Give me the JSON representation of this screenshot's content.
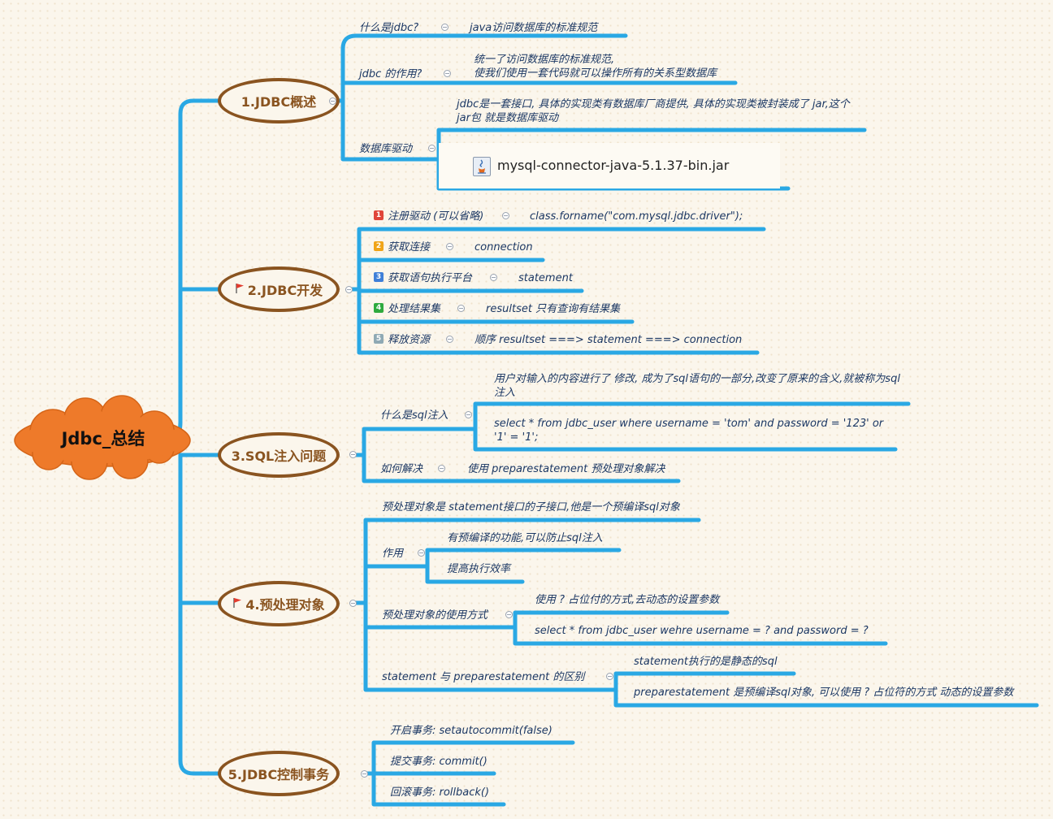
{
  "root": {
    "label": "Jdbc_总结"
  },
  "colors": {
    "line": "#2aa8e4",
    "main_border": "#8a5420",
    "root_fill": "#ee7a2a",
    "text": "#1c3864"
  },
  "sections": {
    "s1": {
      "title": "1.JDBC概述",
      "what_label": "什么是jdbc?",
      "what_value": "java访问数据库的标准规范",
      "role_label": "jdbc 的作用?",
      "role_value_1": "统一了访问数据库的标准规范,",
      "role_value_2": "使我们使用一套代码就可以操作所有的关系型数据库",
      "driver_label": "数据库驱动",
      "driver_desc": "jdbc是一套接口, 具体的实现类有数据库厂商提供, 具体的实现类被封装成了 jar,这个jar包 就是数据库驱动",
      "jar_name": "mysql-connector-java-5.1.37-bin.jar",
      "jar_icon": "java-jar-icon"
    },
    "s2": {
      "title": "2.JDBC开发",
      "flag_icon": "red-flag-icon",
      "steps": [
        {
          "num": "1",
          "color": "#e0453a",
          "label": "注册驱动 (可以省略)",
          "value": "class.forname(\"com.mysql.jdbc.driver\");"
        },
        {
          "num": "2",
          "color": "#f0a418",
          "label": "获取连接",
          "value": "connection"
        },
        {
          "num": "3",
          "color": "#3f7fd8",
          "label": "获取语句执行平台",
          "value": "statement"
        },
        {
          "num": "4",
          "color": "#2eaa3e",
          "label": "处理结果集",
          "value": "resultset 只有查询有结果集"
        },
        {
          "num": "5",
          "color": "#8fa9b4",
          "label": "释放资源",
          "value": "顺序 resultset ===> statement ===> connection"
        }
      ]
    },
    "s3": {
      "title": "3.SQL注入问题",
      "what_label": "什么是sql注入",
      "what_desc": "用户对输入的内容进行了 修改, 成为了sql语句的一部分,改变了原来的含义,就被称为sql注入",
      "what_example": "select * from jdbc_user where username = 'tom' and password = '123' or '1' = '1';",
      "fix_label": "如何解决",
      "fix_value": "使用 preparestatement 预处理对象解决"
    },
    "s4": {
      "title": "4.预处理对象",
      "flag_icon": "red-flag-icon",
      "def": "预处理对象是 statement接口的子接口,他是一个预编译sql对象",
      "role_label": "作用",
      "role_items": [
        "有预编译的功能,可以防止sql注入",
        "提高执行效率"
      ],
      "use_label": "预处理对象的使用方式",
      "use_items": [
        "使用 ? 占位付的方式,去动态的设置参数",
        "select * from jdbc_user wehre username = ? and password = ?"
      ],
      "diff_label": "statement 与 preparestatement 的区别",
      "diff_items": [
        "statement执行的是静态的sql",
        "preparestatement 是预编译sql对象, 可以使用 ? 占位符的方式 动态的设置参数"
      ]
    },
    "s5": {
      "title": "5.JDBC控制事务",
      "items": [
        "开启事务:  setautocommit(false)",
        "提交事务: commit()",
        "回滚事务: rollback()"
      ]
    }
  }
}
